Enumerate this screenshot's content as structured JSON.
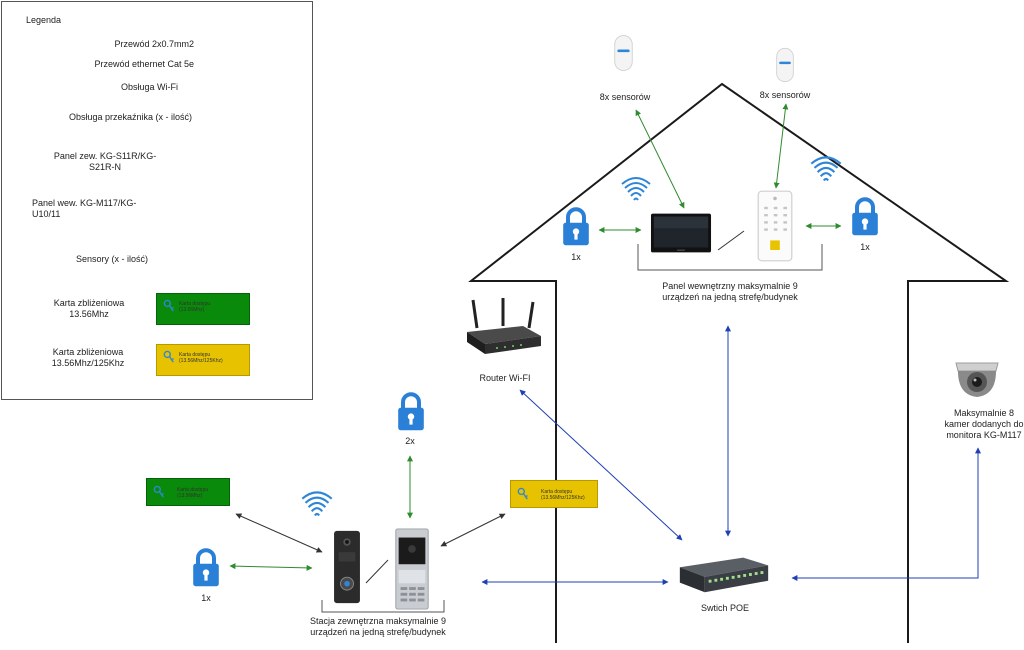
{
  "legend": {
    "title": "Legenda",
    "wire": "Przewód 2x0.7mm2",
    "ethernet": "Przewód ethernet Cat 5e",
    "wifi": "Obsługa Wi-Fi",
    "relay": "Obsługa przekaźnika (x - ilość)",
    "outdoor_panel": "Panel zew. KG-S11R/KG-S21R-N",
    "indoor_panel": "Panel wew. KG-M117/KG-U10/11",
    "sensors": "Sensory (x - ilość)",
    "card_1356": "Karta zbliżeniowa 13.56Mhz",
    "card_dual": "Karta zbliżeniowa 13.56Mhz/125Khz"
  },
  "cards": {
    "access_title": "Karta dostępu",
    "freq_1356": "(13.56Mhz)",
    "freq_dual": "(13.56Mhz/125Khz)"
  },
  "diagram": {
    "sensors_left": "8x sensorów",
    "sensors_right": "8x sensorów",
    "lock_left_count": "1x",
    "lock_right_count": "1x",
    "indoor_group": "Panel wewnętrzny maksymalnie 9 urządzeń na jedną strefę/budynek",
    "router": "Router Wi-FI",
    "camera": "Maksymalnie 8 kamer dodanych do monitora KG-M117",
    "lock_top_count": "2x",
    "lock_bottom_count": "1x",
    "outdoor_group": "Stacja zewnętrzna maksymalnie 9 urządzeń na jedną strefę/budynek",
    "switch": "Swtich POE"
  },
  "colors": {
    "wire": "#2e8b2e",
    "ethernet": "#1f3fb4",
    "wifi": "#2f86d8",
    "lock": "#2a7fd6",
    "card_green": "#0a8a0a",
    "card_yellow": "#e6c200"
  }
}
